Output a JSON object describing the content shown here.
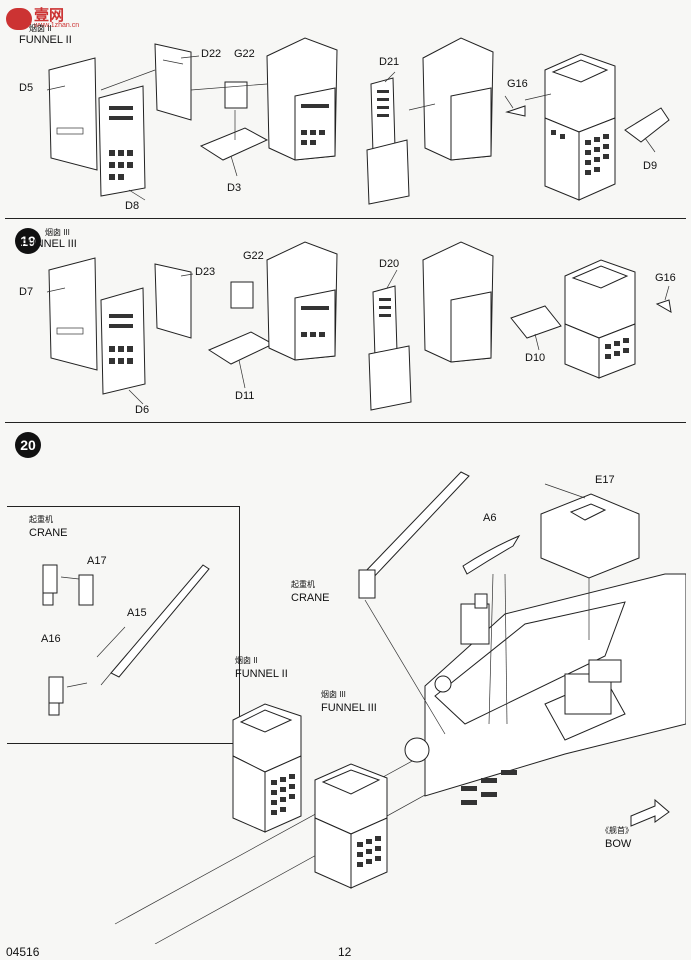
{
  "watermark": {
    "logo_text": "壹网",
    "site": "www.1zhan.cn"
  },
  "step18": {
    "title_zh": "烟囱 II",
    "title": "FUNNEL II",
    "parts": {
      "d22": "D22",
      "g22": "G22",
      "d5": "D5",
      "d21": "D21",
      "g16": "G16",
      "d3": "D3",
      "d8": "D8",
      "d9": "D9"
    }
  },
  "step19": {
    "number": "19",
    "title_zh": "烟囱 III",
    "title": "FUNNEL III",
    "parts": {
      "d23": "D23",
      "g22": "G22",
      "d7": "D7",
      "d20": "D20",
      "g16": "G16",
      "d11": "D11",
      "d6": "D6",
      "d10": "D10"
    }
  },
  "step20": {
    "number": "20",
    "inset": {
      "crane_zh": "起重机",
      "crane": "CRANE",
      "a17": "A17",
      "a15": "A15",
      "a16": "A16"
    },
    "labels": {
      "a6": "A6",
      "e17": "E17",
      "crane_zh": "起重机",
      "crane": "CRANE",
      "funnel2_zh": "烟囱 II",
      "funnel2": "FUNNEL II",
      "funnel3_zh": "烟囱 III",
      "funnel3": "FUNNEL III",
      "bow_zh": "《舰首》",
      "bow": "BOW"
    }
  },
  "footer": {
    "code": "04516",
    "page": "12"
  }
}
